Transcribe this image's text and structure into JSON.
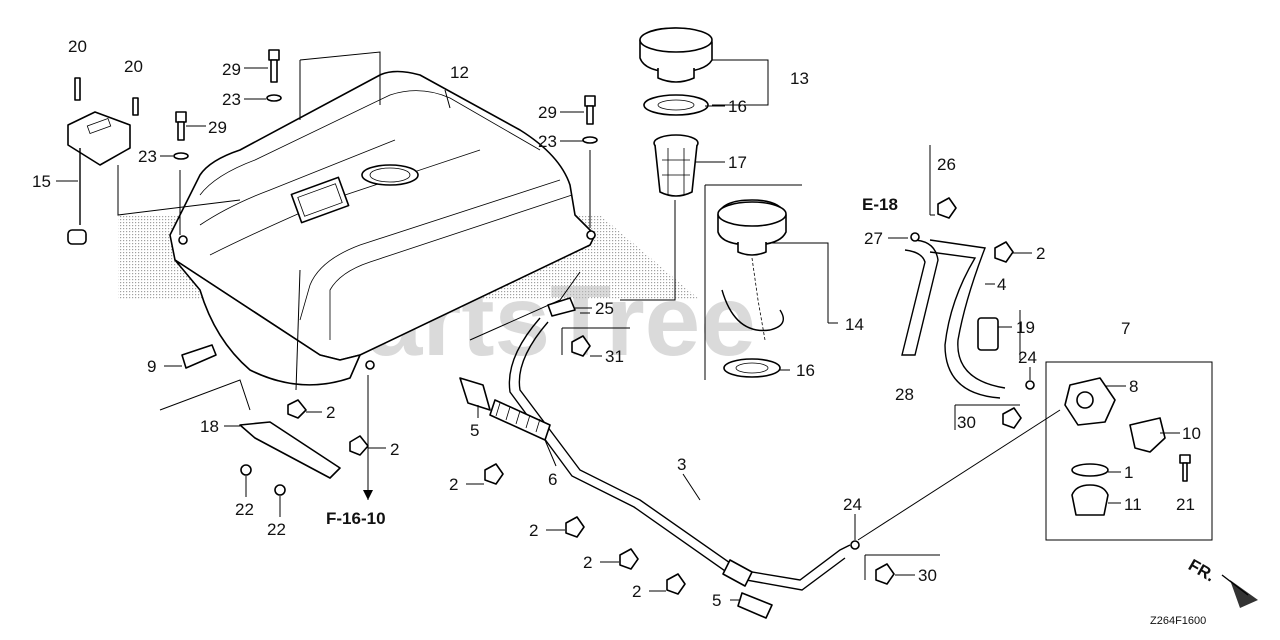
{
  "diagram": {
    "watermark": "PartsTree",
    "drawing_code": "Z264F1600",
    "front_indicator": "FR.",
    "refs": {
      "e18": "E-18",
      "f1610": "F-16-10"
    },
    "callouts": {
      "c1": "1",
      "c2a": "2",
      "c2b": "2",
      "c2c": "2",
      "c2d": "2",
      "c2e": "2",
      "c2f": "2",
      "c2g": "2",
      "c3": "3",
      "c4": "4",
      "c5a": "5",
      "c5b": "5",
      "c6": "6",
      "c7": "7",
      "c8": "8",
      "c9": "9",
      "c10": "10",
      "c11": "11",
      "c12": "12",
      "c13": "13",
      "c14": "14",
      "c15": "15",
      "c16a": "16",
      "c16b": "16",
      "c17": "17",
      "c18": "18",
      "c19": "19",
      "c20a": "20",
      "c20b": "20",
      "c21": "21",
      "c22a": "22",
      "c22b": "22",
      "c23a": "23",
      "c23b": "23",
      "c23c": "23",
      "c24a": "24",
      "c24b": "24",
      "c25": "25",
      "c26": "26",
      "c27": "27",
      "c28": "28",
      "c29a": "29",
      "c29b": "29",
      "c29c": "29",
      "c30a": "30",
      "c30b": "30",
      "c31": "31"
    }
  }
}
